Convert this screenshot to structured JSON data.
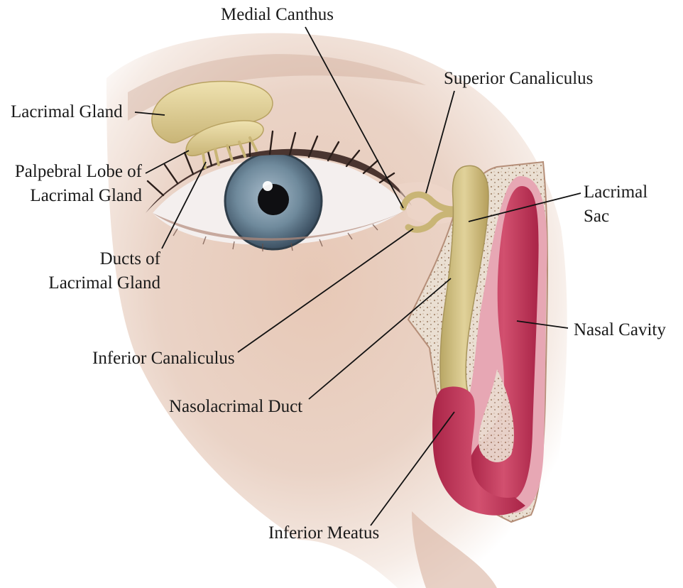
{
  "labels": {
    "medial_canthus": "Medial Canthus",
    "superior_canaliculus": "Superior Canaliculus",
    "lacrimal_gland": "Lacrimal Gland",
    "palpebral_lobe_line1": "Palpebral Lobe of",
    "palpebral_lobe_line2": "Lacrimal Gland",
    "ducts_line1": "Ducts of",
    "ducts_line2": "Lacrimal Gland",
    "lacrimal_sac_line1": "Lacrimal",
    "lacrimal_sac_line2": "Sac",
    "nasal_cavity": "Nasal Cavity",
    "inferior_canaliculus": "Inferior Canaliculus",
    "nasolacrimal_duct": "Nasolacrimal Duct",
    "inferior_meatus": "Inferior Meatus"
  },
  "colors": {
    "skin": "#e8cdbf",
    "gland": "#d9c98e",
    "duct": "#c9b776",
    "nasal": "#c43a5a",
    "nasal_light": "#d86a84",
    "iris": "#6d8798",
    "leader": "#111111"
  }
}
